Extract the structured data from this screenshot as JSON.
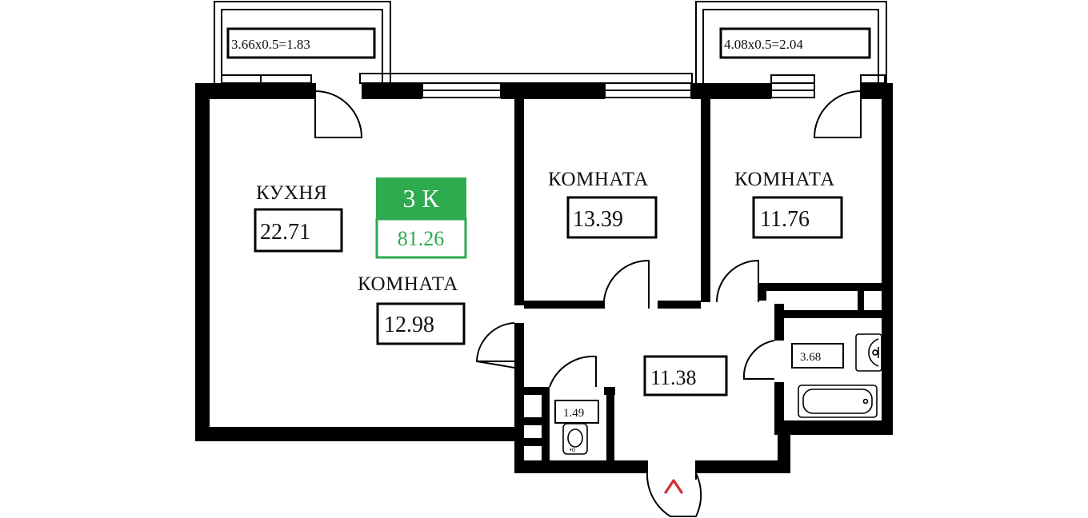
{
  "colors": {
    "wall": "#000000",
    "accent": "#2eaa4f",
    "entrance_arrow": "#d62b2b"
  },
  "badge": {
    "type": "3 К",
    "total_area": "81.26"
  },
  "balconies": [
    {
      "label": "3.66x0.5=1.83"
    },
    {
      "label": "4.08x0.5=2.04"
    }
  ],
  "rooms": {
    "kitchen": {
      "name": "КУХНЯ",
      "area": "22.71"
    },
    "living": {
      "name": "КОМНАТА",
      "area": "12.98"
    },
    "bedroom1": {
      "name": "КОМНАТА",
      "area": "13.39"
    },
    "bedroom2": {
      "name": "КОМНАТА",
      "area": "11.76"
    },
    "hall": {
      "area": "11.38"
    },
    "bathroom": {
      "area": "3.68"
    },
    "wc": {
      "area": "1.49"
    }
  },
  "icons": [
    "sink-icon",
    "bathtub-icon",
    "toilet-icon",
    "entrance-arrow-icon"
  ]
}
